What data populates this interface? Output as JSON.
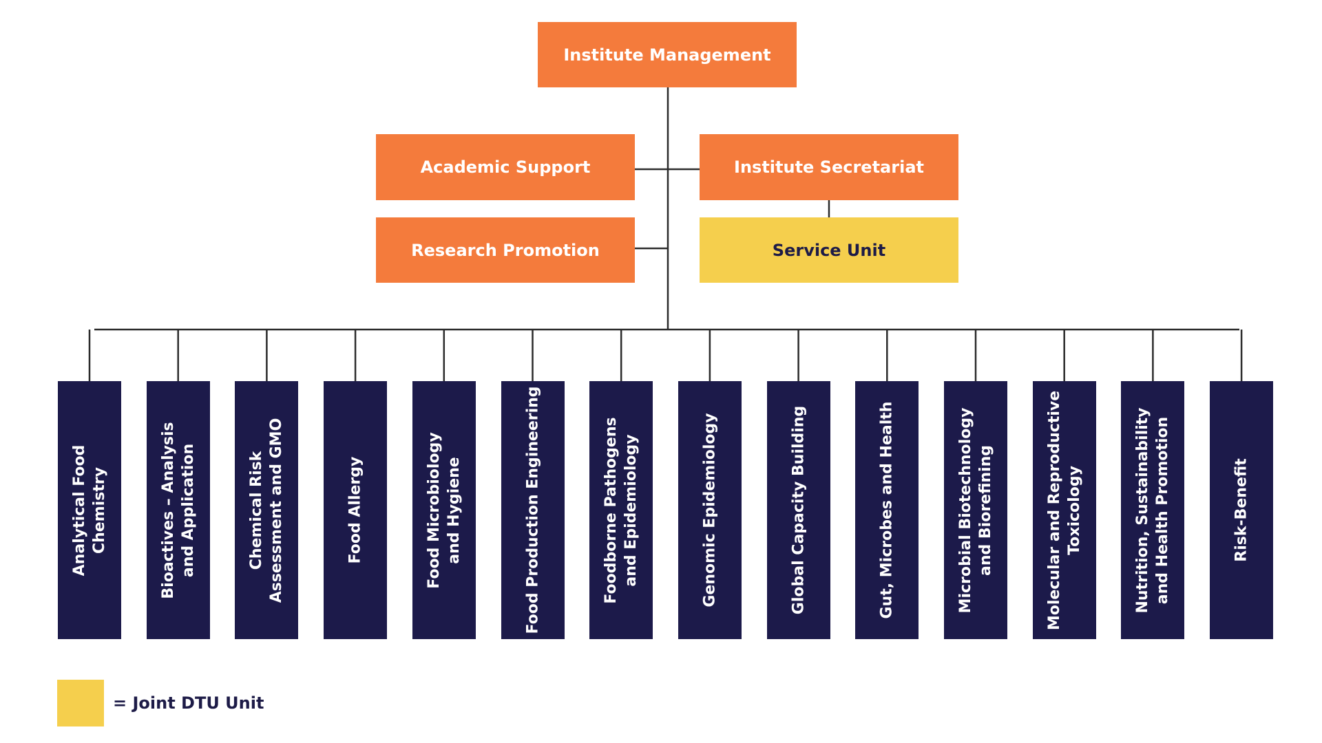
{
  "top": {
    "label": "Institute Management",
    "color": "#f47b3c"
  },
  "support_units": [
    {
      "label": "Academic Support",
      "type": "orange"
    },
    {
      "label": "Institute Secretariat",
      "type": "orange"
    },
    {
      "label": "Research Promotion",
      "type": "orange"
    },
    {
      "label": "Service Unit",
      "type": "yellow"
    }
  ],
  "departments": [
    "Analytical Food\nChemistry",
    "Bioactives – Analysis\nand Application",
    "Chemical Risk\nAssessment and GMO",
    "Food Allergy",
    "Food Microbiology\nand Hygiene",
    "Food Production Engineering",
    "Foodborne Pathogens\nand Epidemiology",
    "Genomic Epidemiology",
    "Global Capacity Building",
    "Gut, Microbes and Health",
    "Microbial Biotechnology\nand Biorefining",
    "Molecular and Reproductive\nToxicology",
    "Nutrition, Sustainability\nand Health Promotion",
    "Risk-Benefit"
  ],
  "legend": {
    "label": "= Joint DTU Unit",
    "color": "#f5cf4d"
  },
  "colors": {
    "orange": "#f47b3c",
    "yellow": "#f5cf4d",
    "navy": "#1c1a4a",
    "line": "#2b2b2b"
  }
}
